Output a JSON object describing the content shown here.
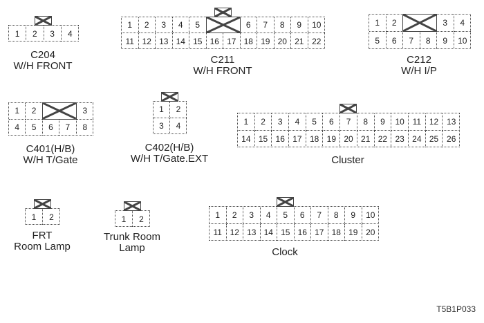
{
  "connectors": [
    {
      "id": "c204",
      "title": "C204",
      "subtitle": "W/H FRONT",
      "cols": 4,
      "rows": 1,
      "pins": [
        [
          "1",
          "2",
          "3",
          "4"
        ]
      ],
      "x_blocks": [],
      "key_col": 1.5
    },
    {
      "id": "c211",
      "title": "C211",
      "subtitle": "W/H FRONT",
      "cols": 12,
      "rows": 2,
      "pins": [
        [
          "1",
          "2",
          "3",
          "4",
          "5",
          "",
          "",
          "6",
          "7",
          "8",
          "9",
          "10"
        ],
        [
          "11",
          "12",
          "13",
          "14",
          "15",
          "16",
          "17",
          "18",
          "19",
          "20",
          "21",
          "22"
        ]
      ],
      "x_blocks": [
        {
          "row": 0,
          "col": 5,
          "span": 2
        }
      ],
      "key_col": 5.5
    },
    {
      "id": "c212",
      "title": "C212",
      "subtitle": "W/H I/P",
      "cols": 6,
      "rows": 2,
      "pins": [
        [
          "1",
          "2",
          "",
          "",
          "3",
          "4"
        ],
        [
          "5",
          "6",
          "7",
          "8",
          "9",
          "10"
        ]
      ],
      "x_blocks": [
        {
          "row": 0,
          "col": 2,
          "span": 2
        }
      ],
      "key_col": null
    },
    {
      "id": "c401",
      "title": "C401(H/B)",
      "subtitle": "W/H T/Gate",
      "cols": 5,
      "rows": 2,
      "pins": [
        [
          "1",
          "2",
          "",
          "",
          "3"
        ],
        [
          "4",
          "5",
          "6",
          "7",
          "8"
        ]
      ],
      "x_blocks": [
        {
          "row": 0,
          "col": 2,
          "span": 2
        }
      ],
      "key_col": null
    },
    {
      "id": "c402",
      "title": "C402(H/B)",
      "subtitle": "W/H T/Gate.EXT",
      "cols": 2,
      "rows": 2,
      "pins": [
        [
          "1",
          "2"
        ],
        [
          "3",
          "4"
        ]
      ],
      "x_blocks": [],
      "key_col": 0.5
    },
    {
      "id": "cluster",
      "title": "Cluster",
      "subtitle": "",
      "cols": 13,
      "rows": 2,
      "pins": [
        [
          "1",
          "2",
          "3",
          "4",
          "5",
          "6",
          "7",
          "8",
          "9",
          "10",
          "11",
          "12",
          "13"
        ],
        [
          "14",
          "15",
          "16",
          "17",
          "18",
          "19",
          "20",
          "21",
          "22",
          "23",
          "24",
          "25",
          "26"
        ]
      ],
      "x_blocks": [],
      "key_col": 6
    },
    {
      "id": "frt-room-lamp",
      "title": "FRT",
      "subtitle": "Room Lamp",
      "cols": 2,
      "rows": 1,
      "pins": [
        [
          "1",
          "2"
        ]
      ],
      "x_blocks": [],
      "key_col": 0.5
    },
    {
      "id": "trunk-room-lamp",
      "title": "Trunk Room",
      "subtitle": "Lamp",
      "cols": 2,
      "rows": 1,
      "pins": [
        [
          "1",
          "2"
        ]
      ],
      "x_blocks": [],
      "key_col": 0.5
    },
    {
      "id": "clock",
      "title": "Clock",
      "subtitle": "",
      "cols": 10,
      "rows": 2,
      "pins": [
        [
          "1",
          "2",
          "3",
          "4",
          "5",
          "6",
          "7",
          "8",
          "9",
          "10"
        ],
        [
          "11",
          "12",
          "13",
          "14",
          "15",
          "16",
          "17",
          "18",
          "19",
          "20"
        ]
      ],
      "x_blocks": [],
      "key_col": 4
    }
  ],
  "figure_code": "T5B1P033"
}
